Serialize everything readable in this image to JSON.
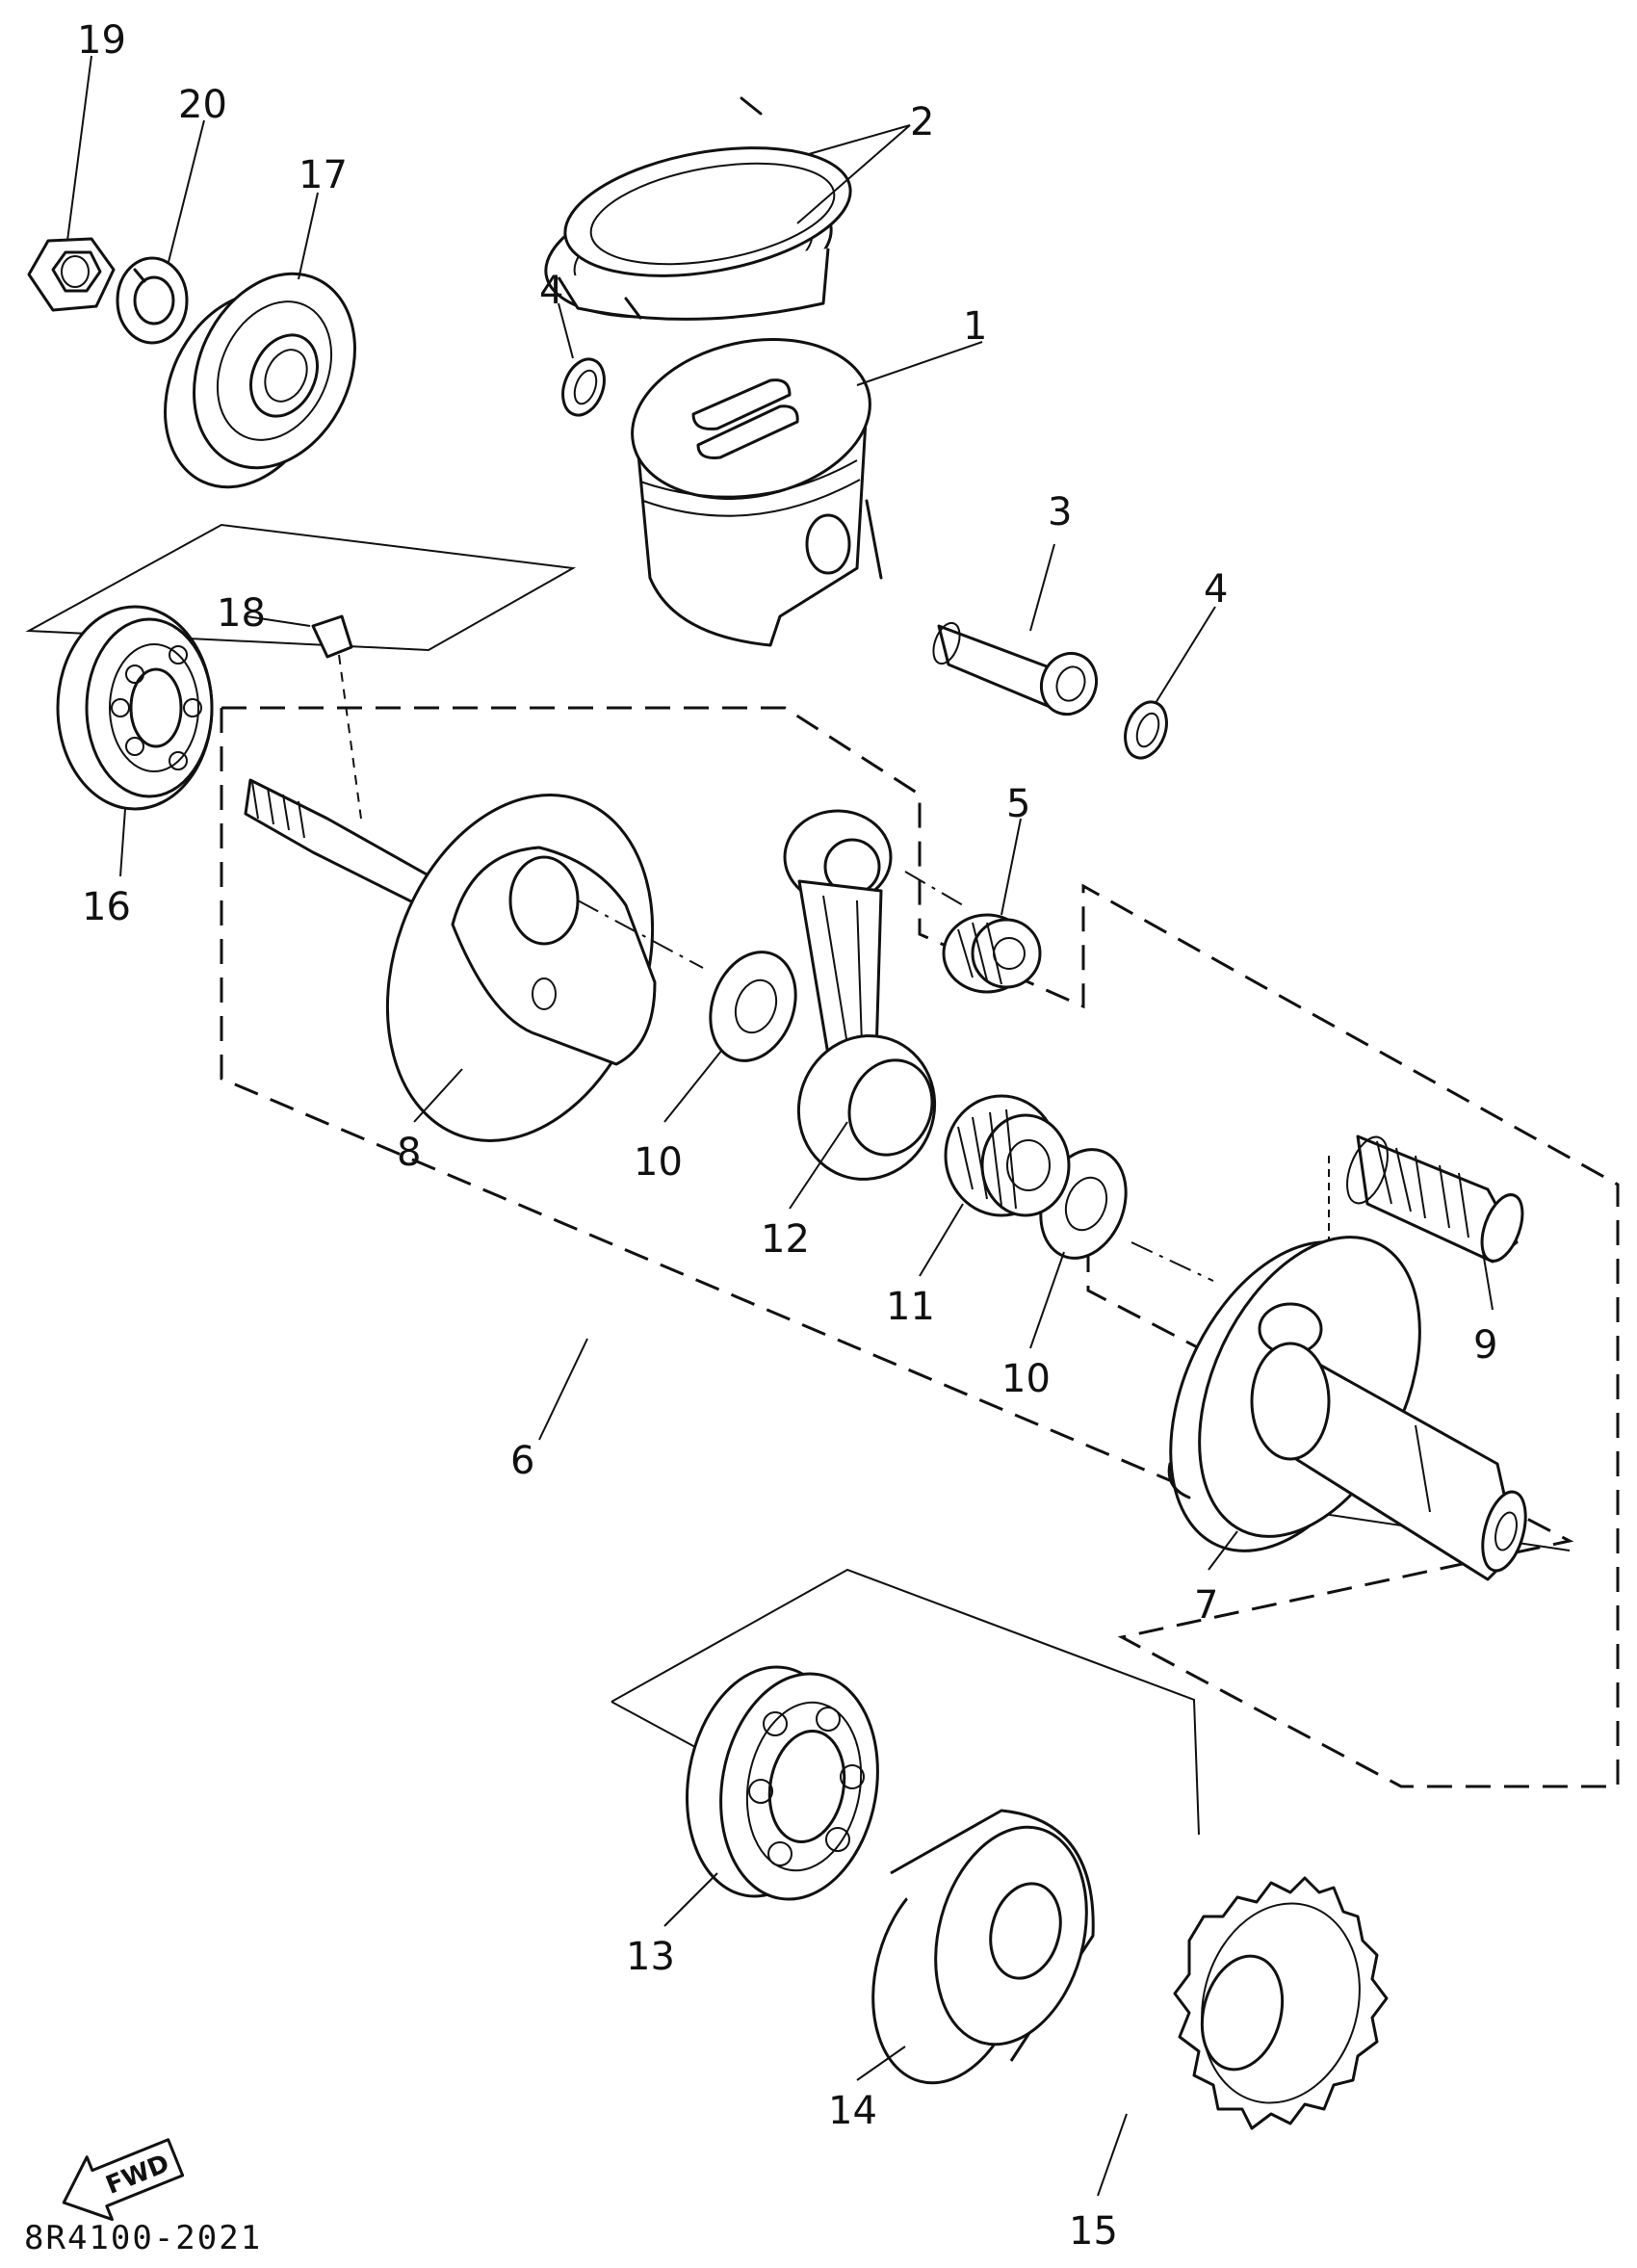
{
  "callouts": {
    "c1": "1",
    "c2": "2",
    "c3": "3",
    "c4a": "4",
    "c4b": "4",
    "c5": "5",
    "c6": "6",
    "c7": "7",
    "c8": "8",
    "c9": "9",
    "c10a": "10",
    "c10b": "10",
    "c11": "11",
    "c12": "12",
    "c13": "13",
    "c14": "14",
    "c15": "15",
    "c16": "16",
    "c17": "17",
    "c18": "18",
    "c19": "19",
    "c20": "20"
  },
  "fwd_label": "FWD",
  "reference_code": "8R4100-2021",
  "icons": {
    "fwd": "fwd-arrow-icon"
  }
}
